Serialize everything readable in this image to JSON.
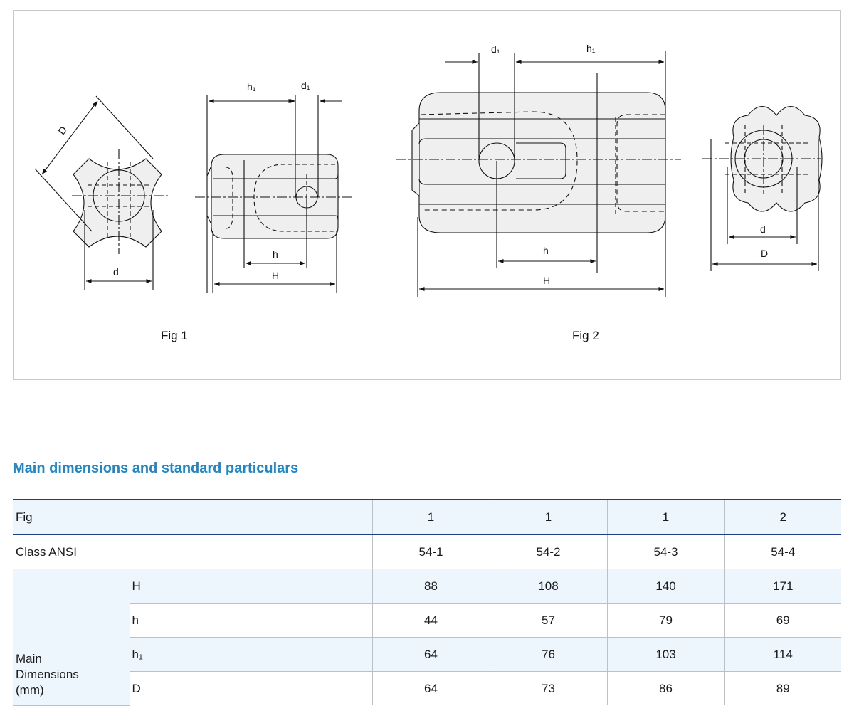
{
  "figures": {
    "fig1_caption": "Fig 1",
    "fig2_caption": "Fig 2",
    "labels": {
      "D": "D",
      "d": "d",
      "h": "h",
      "H": "H",
      "h1": "h₁",
      "d1": "d₁"
    }
  },
  "section_title": "Main dimensions and standard particulars",
  "table": {
    "fig_label": "Fig",
    "fig_values": [
      "1",
      "1",
      "1",
      "2"
    ],
    "class_label": "Class ANSI",
    "class_values": [
      "54-1",
      "54-2",
      "54-3",
      "54-4"
    ],
    "group_label_lines": [
      "Main",
      "Dimensions",
      "(mm)"
    ],
    "rows": [
      {
        "label": "H",
        "values": [
          "88",
          "108",
          "140",
          "171"
        ]
      },
      {
        "label": "h",
        "values": [
          "44",
          "57",
          "79",
          "69"
        ]
      },
      {
        "label": "h₁",
        "values": [
          "64",
          "76",
          "103",
          "114"
        ]
      },
      {
        "label": "D",
        "values": [
          "64",
          "73",
          "86",
          "89"
        ]
      }
    ]
  }
}
